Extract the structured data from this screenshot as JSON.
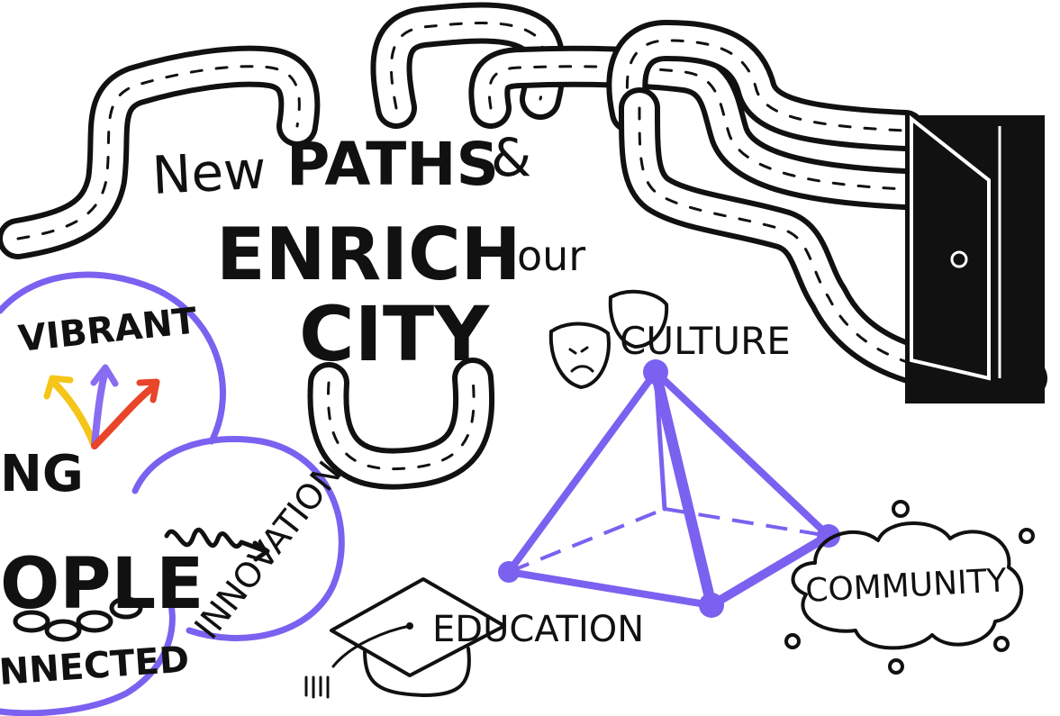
{
  "title": {
    "line1_a": "New",
    "line1_b": "PATHS",
    "line1_c": "&",
    "line2_a": "ENRICH",
    "line2_b": "our",
    "line3": "CITY"
  },
  "words": {
    "vibrant": "VIBRANT",
    "ng": "NG",
    "people": "OPLE",
    "connected": "NNECTED",
    "innovation": "INNOVATION",
    "culture": "CULTURE",
    "education": "EDUCATION",
    "community": "COMMUNITY"
  },
  "colors": {
    "ink": "#111111",
    "purple": "#7B61F0",
    "arrow_yellow": "#F5C518",
    "arrow_orange": "#F07A1A",
    "arrow_red": "#E8452A",
    "arrow_purple": "#8A6CF2"
  },
  "icons": {
    "door": "door-icon",
    "masks": "theater-masks-icon",
    "cap": "graduation-cap-icon",
    "chain": "chain-icon",
    "arrows": "branching-arrows-icon",
    "squiggle": "squiggle-arrow-icon",
    "cloud": "cloud-icon",
    "pyramid": "pyramid-icon"
  }
}
